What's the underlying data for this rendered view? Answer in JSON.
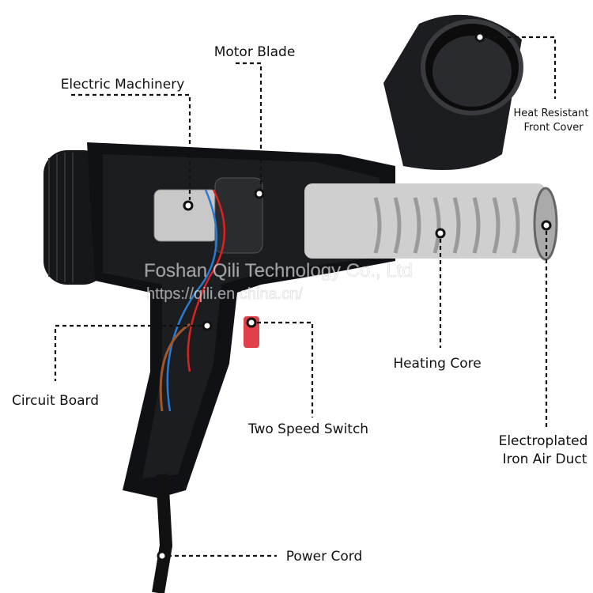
{
  "labels": {
    "motor_blade": "Motor Blade",
    "electric_machinery": "Electric Machinery",
    "front_cover_line1": "Heat Resistant",
    "front_cover_line2": "Front Cover",
    "heating_core": "Heating Core",
    "circuit_board": "Circuit Board",
    "two_speed_switch": "Two Speed Switch",
    "air_duct_line1": "Electroplated",
    "air_duct_line2": "Iron Air Duct",
    "power_cord": "Power Cord"
  },
  "watermark": {
    "line1": "Foshan Qili Technology Co., Ltd",
    "line2": "https://qili.en.china.cn/"
  }
}
